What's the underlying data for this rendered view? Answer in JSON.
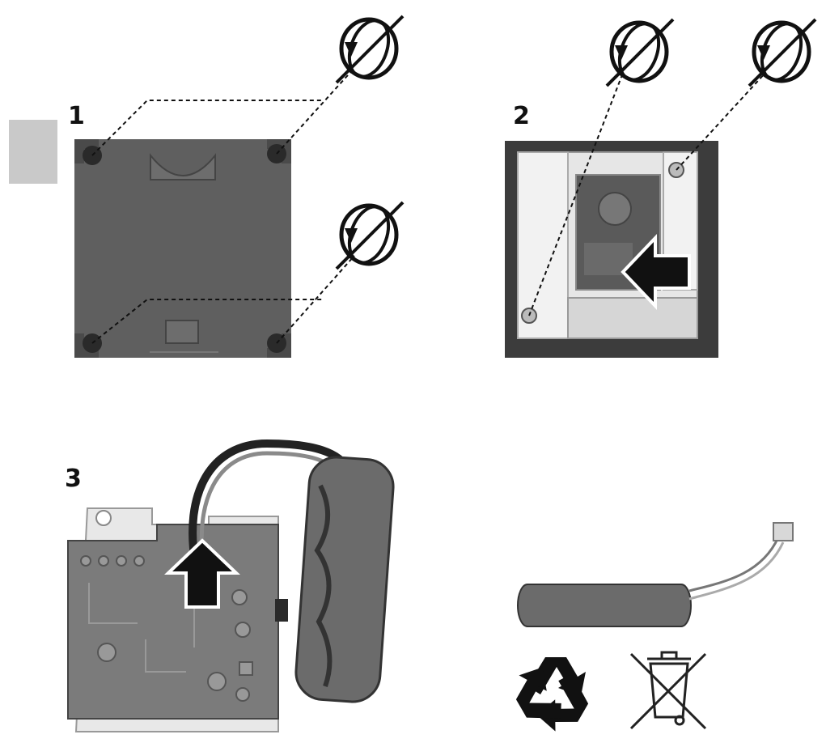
{
  "steps": [
    {
      "number": "1"
    },
    {
      "number": "2"
    },
    {
      "number": "3"
    }
  ],
  "icons": {
    "rotate": "rotate-screw-icon",
    "recycle": "recycle-icon",
    "weee": "crossed-out-bin-icon",
    "push_arrow": "push-arrow-icon"
  },
  "colors": {
    "housing": "#5f5f5f",
    "dark_frame": "#3c3c3c",
    "tray": "#e6e6e6",
    "pcb": "#7b7b7b",
    "battery": "#6b6b6b",
    "tab": "#c9c9c9",
    "black": "#111111"
  }
}
